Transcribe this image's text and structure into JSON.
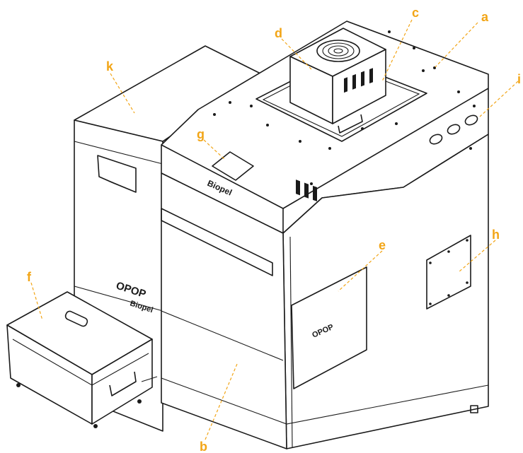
{
  "colors": {
    "callout": "#f2a516",
    "line": "#1a1a1a",
    "background": "#ffffff"
  },
  "callouts": {
    "a": "a",
    "b": "b",
    "c": "c",
    "d": "d",
    "e": "e",
    "f": "f",
    "g": "g",
    "h": "h",
    "i": "i",
    "k": "k"
  },
  "markings": {
    "brand_top": "Biopel",
    "brand_side": "Biopel",
    "logo_side": "OPOP",
    "logo_panel": "OPOP"
  }
}
